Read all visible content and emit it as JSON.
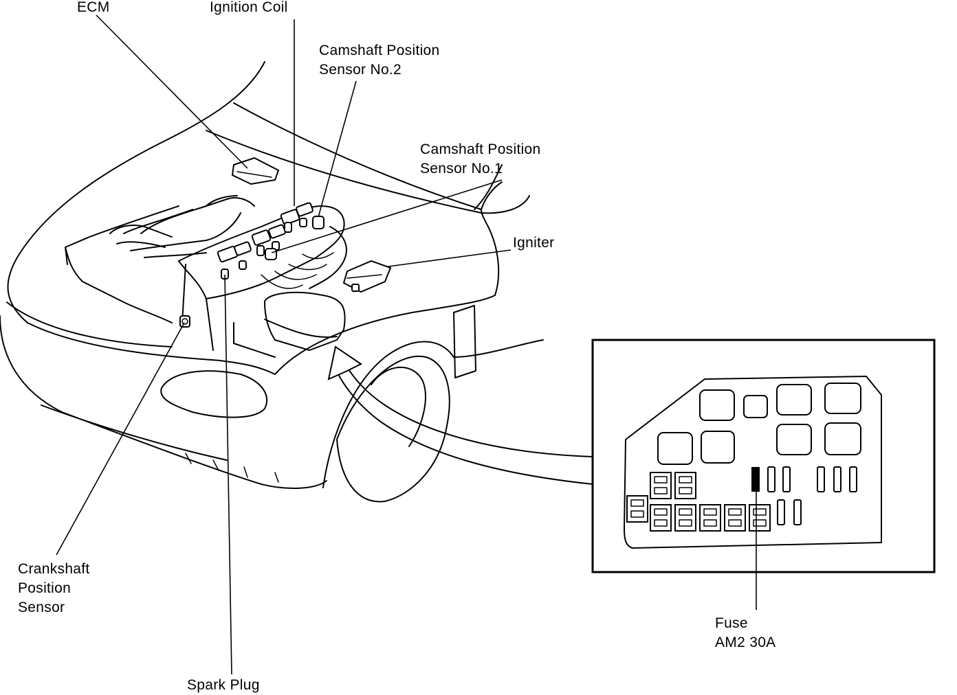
{
  "labels": {
    "ecm": "ECM",
    "ignition_coil": "Ignition Coil",
    "cam_sensor_2_line1": "Camshaft Position",
    "cam_sensor_2_line2": "Sensor No.2",
    "cam_sensor_1_line1": "Camshaft Position",
    "cam_sensor_1_line2": "Sensor No.1",
    "igniter": "Igniter",
    "crank_sensor_line1": "Crankshaft",
    "crank_sensor_line2": "Position",
    "crank_sensor_line3": "Sensor",
    "spark_plug": "Spark Plug",
    "fuse_line1": "Fuse",
    "fuse_line2": "AM2 30A"
  },
  "colors": {
    "ink": "#000000",
    "paper": "#ffffff"
  }
}
